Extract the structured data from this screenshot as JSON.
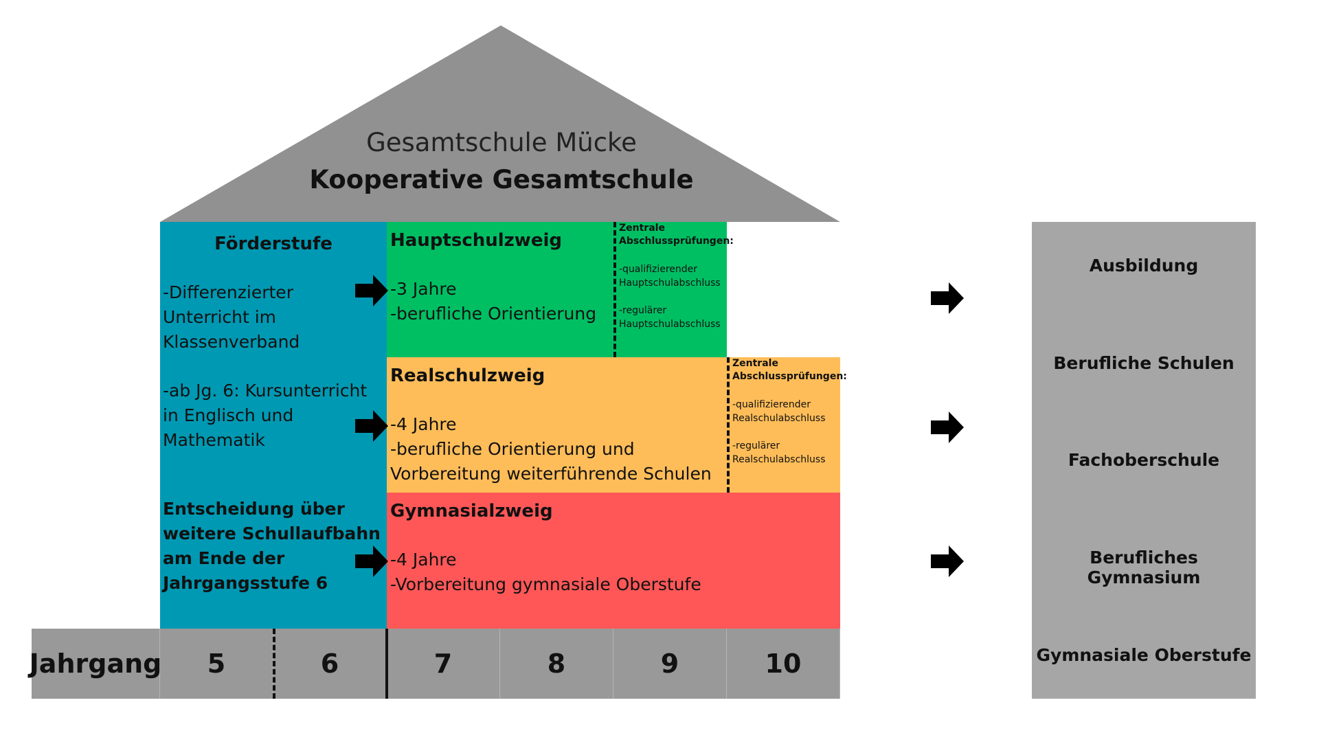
{
  "colors": {
    "roof": "#919191",
    "foerder": "#0099b3",
    "haupt": "#00bf63",
    "real": "#ffbd59",
    "gym": "#ff5757",
    "year_bar": "#999999",
    "dest_box": "#a6a6a6",
    "arrow": "#000000"
  },
  "roof": {
    "line1": "Gesamtschule Mücke",
    "line2": "Kooperative Gesamtschule"
  },
  "foerderstufe": {
    "title": "Förderstufe",
    "line1": "-Differenzierter",
    "line2": "Unterricht im",
    "line3": "Klassenverband",
    "line4": "-ab Jg. 6: Kursunterricht",
    "line5": "in Englisch und",
    "line6": "Mathematik",
    "decision1": "Entscheidung über",
    "decision2": "weitere Schullaufbahn",
    "decision3": "am Ende der",
    "decision4": "Jahrgangsstufe 6"
  },
  "hauptschulzweig": {
    "title": "Hauptschulzweig",
    "line1": "-3 Jahre",
    "line2": "-berufliche Orientierung",
    "exam_title1": "Zentrale",
    "exam_title2": "Abschlussprüfungen:",
    "exam1a": "-qualifizierender",
    "exam1b": "Hauptschulabschluss",
    "exam2a": "-regulärer",
    "exam2b": "Hauptschulabschluss"
  },
  "realschulzweig": {
    "title": "Realschulzweig",
    "line1": "-4 Jahre",
    "line2": "-berufliche Orientierung und",
    "line3": "Vorbereitung weiterführende Schulen",
    "exam_title1": "Zentrale",
    "exam_title2": "Abschlussprüfungen:",
    "exam1a": "-qualifizierender",
    "exam1b": "Realschulabschluss",
    "exam2a": "-regulärer",
    "exam2b": "Realschulabschluss"
  },
  "gymnasialzweig": {
    "title": "Gymnasialzweig",
    "line1": "-4 Jahre",
    "line2": "-Vorbereitung gymnasiale Oberstufe"
  },
  "years": {
    "label": "Jahrgang",
    "y5": "5",
    "y6": "6",
    "y7": "7",
    "y8": "8",
    "y9": "9",
    "y10": "10"
  },
  "destinations": {
    "d1": "Ausbildung",
    "d2": "Berufliche Schulen",
    "d3": "Fachoberschule",
    "d4": "Berufliches Gymnasium",
    "d5": "Gymnasiale Oberstufe"
  }
}
